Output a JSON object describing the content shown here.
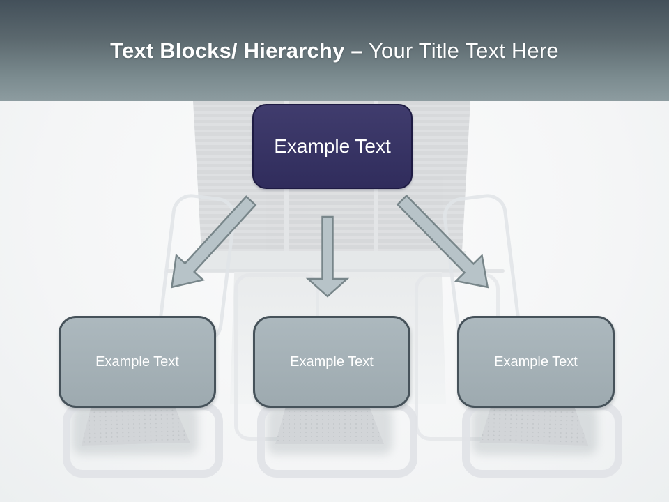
{
  "header": {
    "title_bold": "Text Blocks/ Hierarchy –",
    "title_regular": " Your Title Text Here"
  },
  "diagram": {
    "root": {
      "label": "Example Text"
    },
    "children": [
      {
        "label": "Example Text"
      },
      {
        "label": "Example Text"
      },
      {
        "label": "Example Text"
      }
    ]
  },
  "colors": {
    "header_gradient_top": "#43505a",
    "header_gradient_bottom": "#8d9ca0",
    "root_node_fill": "#343064",
    "root_node_border": "#1e1b43",
    "child_node_fill": "#a6b3b9",
    "child_node_border": "#46525a",
    "arrow_fill": "#b7c3c8",
    "arrow_stroke": "#78868a",
    "canvas_background": "#f4f5f6",
    "title_text": "#ffffff",
    "node_text": "#ffffff"
  }
}
